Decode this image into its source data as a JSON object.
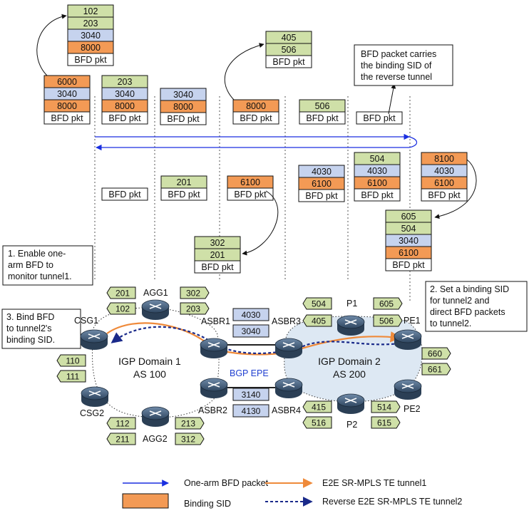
{
  "colors": {
    "green": "#cfe0a8",
    "orange": "#f39a55",
    "blue": "#c6d3ee",
    "white": "#ffffff",
    "router": "#3f5a77",
    "bfd_arrow": "#1a2fe0",
    "tunnel1": "#ef8a3a",
    "tunnel2": "#1a2a8a",
    "domain2_fill": "#dde8f3"
  },
  "stacks": [
    {
      "id": "top-left",
      "cells": [
        [
          "102",
          "green"
        ],
        [
          "203",
          "green"
        ],
        [
          "3040",
          "blue"
        ],
        [
          "8000",
          "orange"
        ],
        [
          "BFD pkt",
          "white"
        ]
      ]
    },
    {
      "id": "top-mid",
      "cells": [
        [
          "405",
          "green"
        ],
        [
          "506",
          "green"
        ],
        [
          "BFD pkt",
          "white"
        ]
      ]
    },
    {
      "id": "col1",
      "cells": [
        [
          "6000",
          "orange"
        ],
        [
          "3040",
          "blue"
        ],
        [
          "8000",
          "orange"
        ],
        [
          "BFD pkt",
          "white"
        ]
      ]
    },
    {
      "id": "col2",
      "cells": [
        [
          "203",
          "green"
        ],
        [
          "3040",
          "blue"
        ],
        [
          "8000",
          "orange"
        ],
        [
          "BFD pkt",
          "white"
        ]
      ]
    },
    {
      "id": "col3",
      "cells": [
        [
          "3040",
          "blue"
        ],
        [
          "8000",
          "orange"
        ],
        [
          "BFD pkt",
          "white"
        ]
      ]
    },
    {
      "id": "col4",
      "cells": [
        [
          "8000",
          "orange"
        ],
        [
          "BFD pkt",
          "white"
        ]
      ]
    },
    {
      "id": "col5",
      "cells": [
        [
          "506",
          "green"
        ],
        [
          "BFD pkt",
          "white"
        ]
      ]
    },
    {
      "id": "col6",
      "cells": [
        [
          "BFD pkt",
          "white"
        ]
      ]
    },
    {
      "id": "rev1",
      "cells": [
        [
          "BFD pkt",
          "white"
        ]
      ]
    },
    {
      "id": "rev2",
      "cells": [
        [
          "201",
          "green"
        ],
        [
          "BFD pkt",
          "white"
        ]
      ]
    },
    {
      "id": "rev3",
      "cells": [
        [
          "6100",
          "orange"
        ],
        [
          "BFD pkt",
          "white"
        ]
      ]
    },
    {
      "id": "rev3-exp",
      "cells": [
        [
          "302",
          "green"
        ],
        [
          "201",
          "green"
        ],
        [
          "BFD pkt",
          "white"
        ]
      ]
    },
    {
      "id": "rev4",
      "cells": [
        [
          "4030",
          "blue"
        ],
        [
          "6100",
          "orange"
        ],
        [
          "BFD pkt",
          "white"
        ]
      ]
    },
    {
      "id": "rev5",
      "cells": [
        [
          "504",
          "green"
        ],
        [
          "4030",
          "blue"
        ],
        [
          "6100",
          "orange"
        ],
        [
          "BFD pkt",
          "white"
        ]
      ]
    },
    {
      "id": "rev6",
      "cells": [
        [
          "8100",
          "orange"
        ],
        [
          "4030",
          "blue"
        ],
        [
          "6100",
          "orange"
        ],
        [
          "BFD pkt",
          "white"
        ]
      ]
    },
    {
      "id": "rev6-exp",
      "cells": [
        [
          "605",
          "green"
        ],
        [
          "504",
          "green"
        ],
        [
          "3040",
          "blue"
        ],
        [
          "6100",
          "orange"
        ],
        [
          "BFD pkt",
          "white"
        ]
      ]
    }
  ],
  "notes": {
    "bfd_binding": [
      "BFD packet carries",
      "the binding SID of",
      "the reverse tunnel"
    ],
    "step1": [
      "1. Enable one-",
      "arm BFD to",
      "monitor tunnel1."
    ],
    "step2": [
      "2. Set a binding SID",
      "for tunnel2 and",
      "direct BFD packets",
      "to tunnel2."
    ],
    "step3": [
      "3. Bind BFD",
      "to tunnel2's",
      "binding SID."
    ]
  },
  "routers": {
    "csg1": "CSG1",
    "csg2": "CSG2",
    "agg1": "AGG1",
    "agg2": "AGG2",
    "asbr1": "ASBR1",
    "asbr2": "ASBR2",
    "asbr3": "ASBR3",
    "asbr4": "ASBR4",
    "p1": "P1",
    "p2": "P2",
    "pe1": "PE1",
    "pe2": "PE2"
  },
  "domains": {
    "d1_line1": "IGP Domain 1",
    "d1_line2": "AS 100",
    "d2_line1": "IGP Domain 2",
    "d2_line2": "AS 200",
    "bgp_epe": "BGP EPE"
  },
  "sid_tags": [
    "201",
    "302",
    "102",
    "203",
    "504",
    "605",
    "405",
    "506",
    "110",
    "111",
    "660",
    "661",
    "112",
    "213",
    "211",
    "312",
    "415",
    "514",
    "516",
    "615"
  ],
  "epe_sids": [
    "4030",
    "3040",
    "3140",
    "4130"
  ],
  "legend": {
    "bfd": "One-arm BFD packet",
    "tunnel1": "E2E SR-MPLS TE tunnel1",
    "binding": "Binding SID",
    "tunnel2": "Reverse E2E SR-MPLS TE tunnel2"
  }
}
